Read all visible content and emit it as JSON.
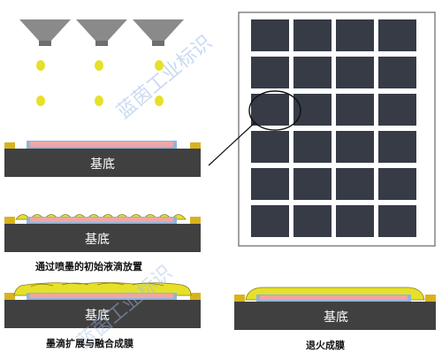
{
  "substrate_label": "基底",
  "captions": {
    "initial_drops": "通过喷墨的初始液滴放置",
    "spread_merge": "墨滴扩展与融合成膜",
    "anneal": "退火成膜"
  },
  "watermark": "蓝茵工业标识",
  "colors": {
    "substrate": "#404040",
    "pad": "#d8b320",
    "electrode": "#8fb4d9",
    "pink_layer": "#f0a6a6",
    "ink": "#e6e02a",
    "ink_outline": "#8a7a10",
    "nozzle": "#7a7a7a",
    "panel_cell": "#363b46",
    "panel_frame": "#ffffff"
  }
}
